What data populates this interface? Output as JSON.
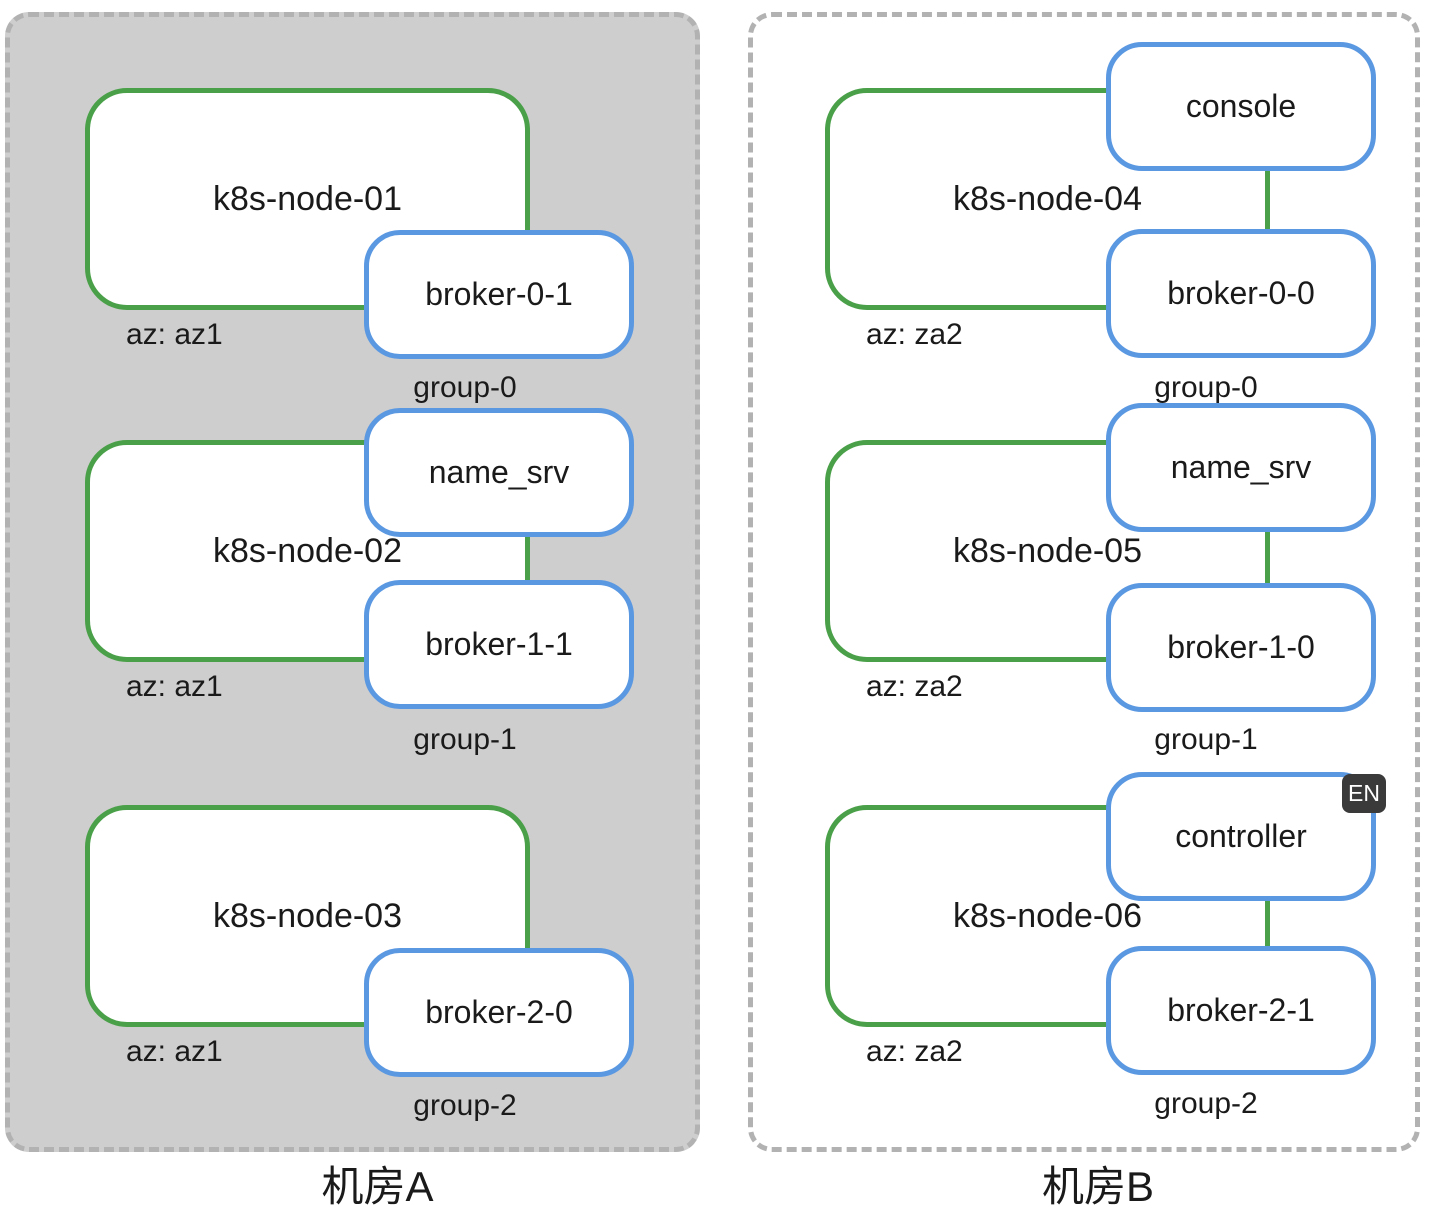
{
  "rooms": [
    {
      "name": "机房A",
      "az_zone": "az1",
      "nodes": [
        {
          "label": "k8s-node-01",
          "az": "az: az1",
          "group": "group-0",
          "services": [
            {
              "label": "broker-0-1"
            }
          ]
        },
        {
          "label": "k8s-node-02",
          "az": "az: az1",
          "group": "group-1",
          "services": [
            {
              "label": "name_srv"
            },
            {
              "label": "broker-1-1"
            }
          ]
        },
        {
          "label": "k8s-node-03",
          "az": "az: az1",
          "group": "group-2",
          "services": [
            {
              "label": "broker-2-0"
            }
          ]
        }
      ]
    },
    {
      "name": "机房B",
      "az_zone": "za2",
      "nodes": [
        {
          "label": "k8s-node-04",
          "az": "az: za2",
          "group": "group-0",
          "services": [
            {
              "label": "console"
            },
            {
              "label": "broker-0-0"
            }
          ]
        },
        {
          "label": "k8s-node-05",
          "az": "az: za2",
          "group": "group-1",
          "services": [
            {
              "label": "name_srv"
            },
            {
              "label": "broker-1-0"
            }
          ]
        },
        {
          "label": "k8s-node-06",
          "az": "az: za2",
          "group": "group-2",
          "services": [
            {
              "label": "controller"
            },
            {
              "label": "broker-2-1"
            }
          ]
        }
      ]
    }
  ],
  "ime_badge": {
    "label": "EN"
  },
  "colors": {
    "node_border": "#4aa048",
    "service_border": "#5b98e2",
    "room_a_fill": "#cecece",
    "dash_border": "#b2b2b2",
    "badge_bg": "#3a3a3a",
    "text_color": "#1a1a1a"
  }
}
